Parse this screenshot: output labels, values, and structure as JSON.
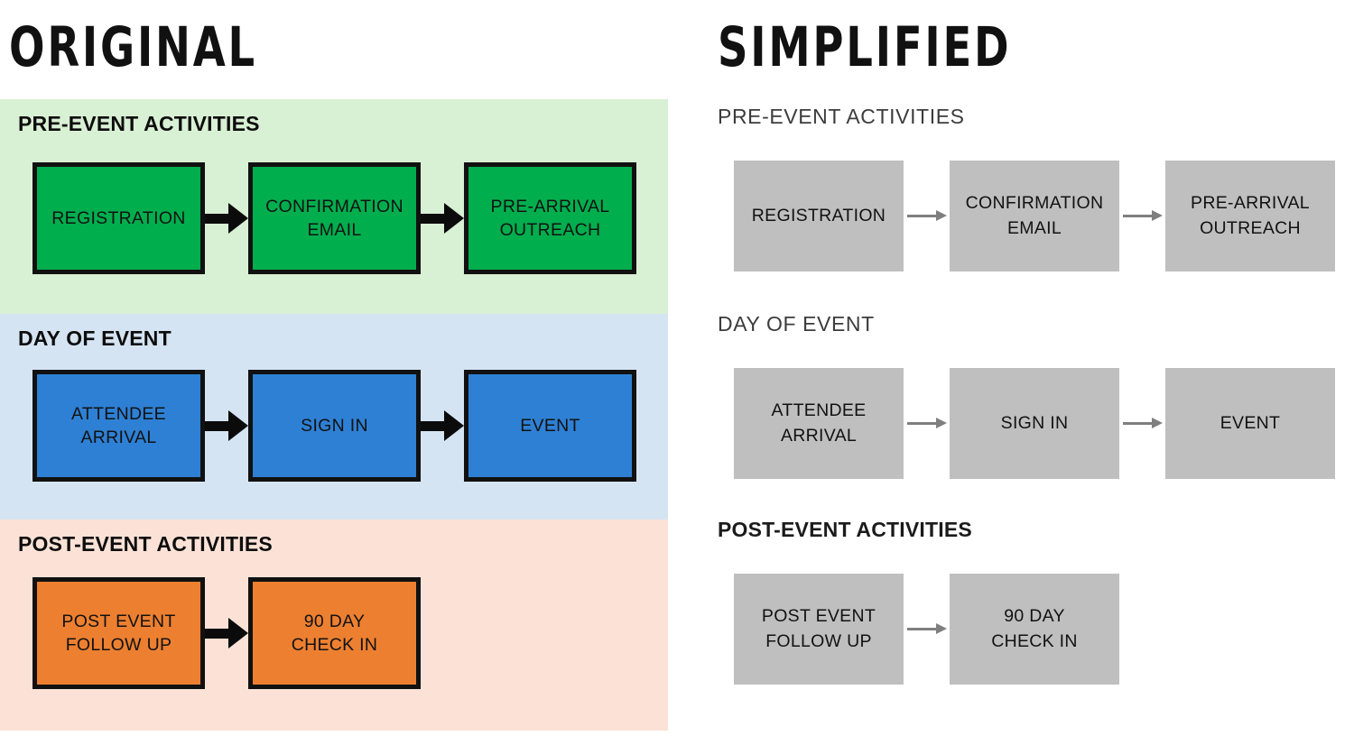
{
  "panels": {
    "left": {
      "title": "ORIGINAL"
    },
    "right": {
      "title": "SIMPLIFIED"
    }
  },
  "colors": {
    "green_box": "#01ae4e",
    "blue_box": "#2e80d4",
    "orange_box": "#ed8030",
    "green_band": "#d8f0d3",
    "blue_band": "#d5e4f3",
    "peach_band": "#fce2d6",
    "gray_box": "#bfbfbf",
    "black_arrow": "#0b0b0b",
    "gray_arrow": "#7f7f7f",
    "box_border": "#111111",
    "heading_dark": "#0d0d0d",
    "heading_gray": "#3c3c3c",
    "page_background": "#ffffff"
  },
  "original": {
    "sections": [
      {
        "heading": "PRE-EVENT ACTIVITIES",
        "band_color": "#d8f0d3",
        "box_color": "#01ae4e",
        "steps": [
          {
            "line1": "REGISTRATION",
            "line2": ""
          },
          {
            "line1": "CONFIRMATION",
            "line2": "EMAIL"
          },
          {
            "line1": "PRE-ARRIVAL",
            "line2": "OUTREACH"
          }
        ],
        "connector": "thick-black-arrow"
      },
      {
        "heading": "DAY OF EVENT",
        "band_color": "#d5e4f3",
        "box_color": "#2e80d4",
        "steps": [
          {
            "line1": "ATTENDEE",
            "line2": "ARRIVAL"
          },
          {
            "line1": "SIGN IN",
            "line2": ""
          },
          {
            "line1": "EVENT",
            "line2": ""
          }
        ],
        "connector": "thick-black-arrow"
      },
      {
        "heading": "POST-EVENT ACTIVITIES",
        "band_color": "#fce2d6",
        "box_color": "#ed8030",
        "steps": [
          {
            "line1": "POST EVENT",
            "line2": "FOLLOW UP"
          },
          {
            "line1": "90 DAY",
            "line2": "CHECK IN"
          }
        ],
        "connector": "thick-black-arrow"
      }
    ]
  },
  "simplified": {
    "sections": [
      {
        "heading": "PRE-EVENT ACTIVITIES",
        "heading_weight": "regular",
        "box_color": "#bfbfbf",
        "steps": [
          {
            "line1": "REGISTRATION",
            "line2": ""
          },
          {
            "line1": "CONFIRMATION",
            "line2": "EMAIL"
          },
          {
            "line1": "PRE-ARRIVAL",
            "line2": "OUTREACH"
          }
        ],
        "connector": "thin-gray-arrow"
      },
      {
        "heading": "DAY OF EVENT",
        "heading_weight": "regular",
        "box_color": "#bfbfbf",
        "steps": [
          {
            "line1": "ATTENDEE",
            "line2": "ARRIVAL"
          },
          {
            "line1": "SIGN IN",
            "line2": ""
          },
          {
            "line1": "EVENT",
            "line2": ""
          }
        ],
        "connector": "thin-gray-arrow"
      },
      {
        "heading": "POST-EVENT ACTIVITIES",
        "heading_weight": "bold",
        "box_color": "#bfbfbf",
        "steps": [
          {
            "line1": "POST EVENT",
            "line2": "FOLLOW UP"
          },
          {
            "line1": "90 DAY",
            "line2": "CHECK IN"
          }
        ],
        "connector": "thin-gray-arrow"
      }
    ]
  }
}
